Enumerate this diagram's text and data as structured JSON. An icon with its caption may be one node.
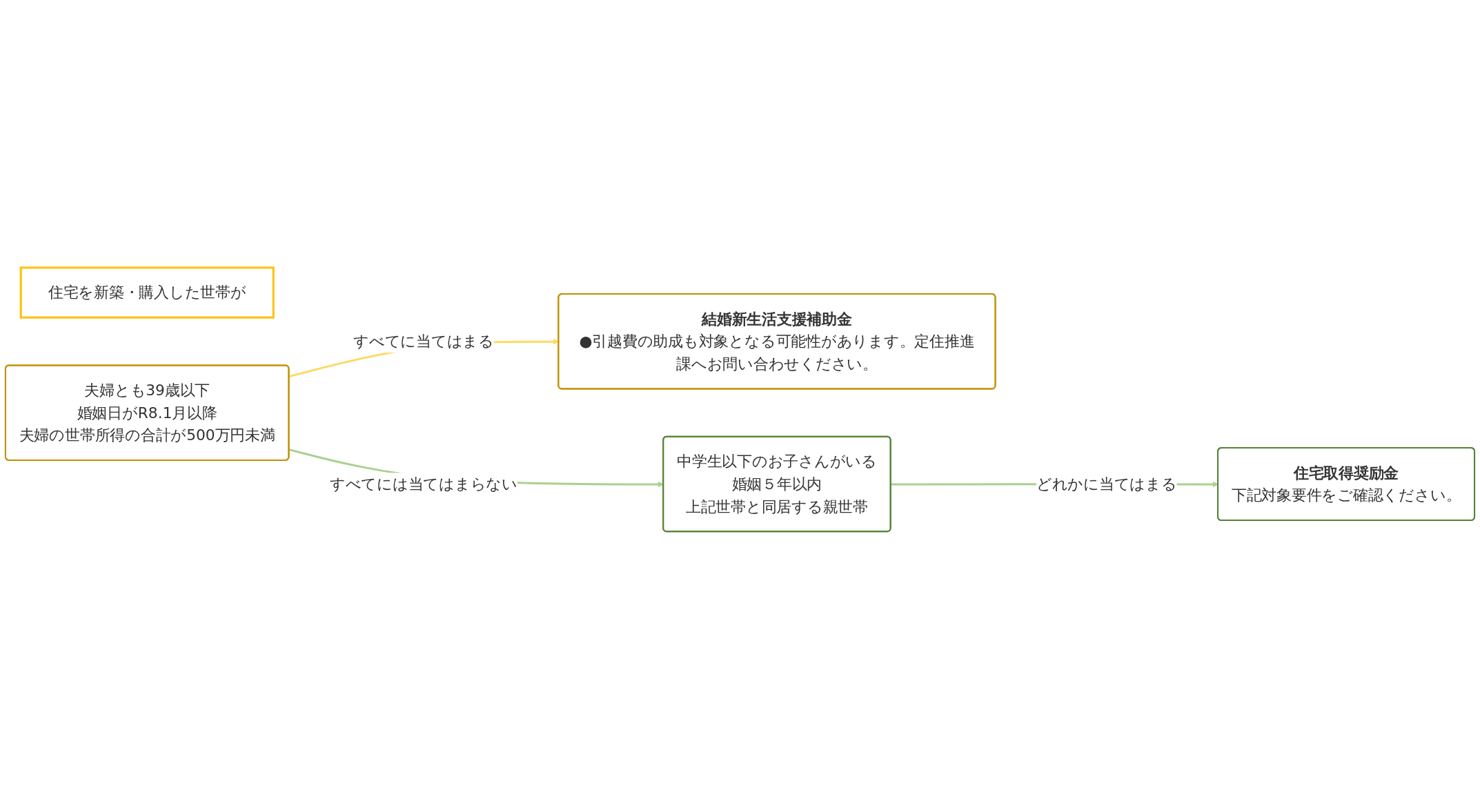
{
  "diagram": {
    "nodes": [
      {
        "text": [
          "住宅を新築・購入した世帯が"
        ]
      },
      {
        "text": [
          "夫婦とも39歳以下",
          "婚姻日がR8.1月以降",
          "夫婦の世帯所得の合計が500万円未満"
        ]
      },
      {
        "text": [
          "結婚新生活支援補助金",
          "●引越費の助成も対象となる可能性があります。定住推進課へお問い合わせください。"
        ]
      },
      {
        "text": [
          "中学生以下のお子さんがいる",
          "婚姻５年以内",
          "上記世帯と同居する親世帯"
        ]
      },
      {
        "text": [
          "住宅取得奨励金",
          "下記対象要件をご確認ください。"
        ]
      }
    ],
    "edges": [
      {
        "from": 1,
        "to": 2,
        "arrow": "to",
        "label": "すべてに当てはまる",
        "color": "#ffd966"
      },
      {
        "from": 1,
        "to": 3,
        "arrow": "to",
        "label": "すべてには当てはまらない"
      },
      {
        "from": 3,
        "to": 4,
        "arrow": "to",
        "label": "どれかに当てはまる"
      }
    ]
  }
}
